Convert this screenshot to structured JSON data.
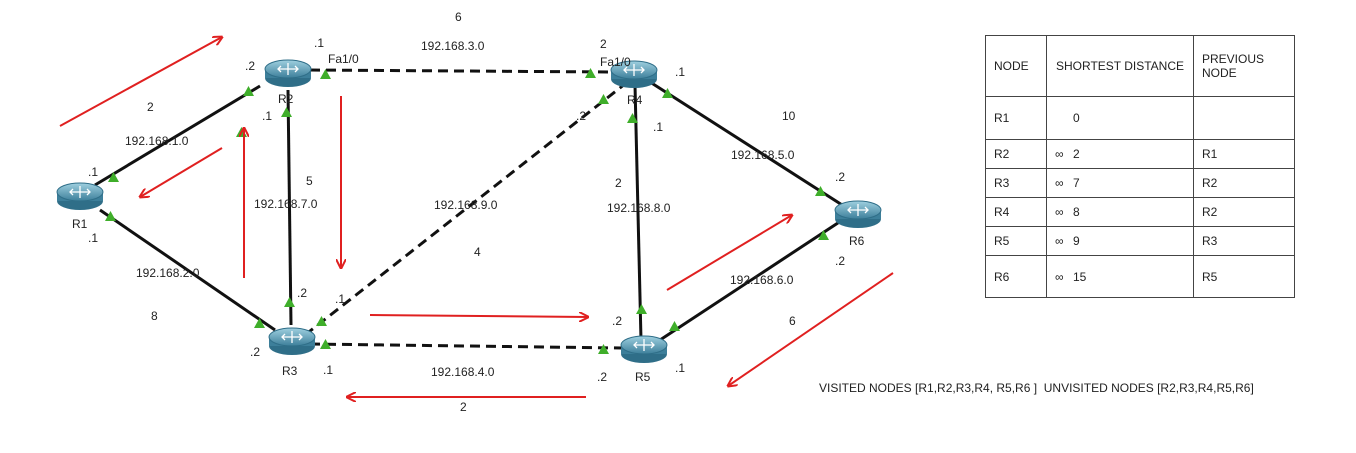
{
  "routers": [
    {
      "id": "R1",
      "label": "R1"
    },
    {
      "id": "R2",
      "label": "R2"
    },
    {
      "id": "R3",
      "label": "R3"
    },
    {
      "id": "R4",
      "label": "R4"
    },
    {
      "id": "R5",
      "label": "R5"
    },
    {
      "id": "R6",
      "label": "R6"
    }
  ],
  "links": [
    {
      "network": "192.168.1.0",
      "cost": "2"
    },
    {
      "network": "192.168.2.0",
      "cost": "8"
    },
    {
      "network": "192.168.7.0",
      "cost": "5"
    },
    {
      "network": "192.168.3.0",
      "cost": "6"
    },
    {
      "network": "192.168.9.0",
      "cost": "4"
    },
    {
      "network": "192.168.4.0",
      "cost": "2"
    },
    {
      "network": "192.168.8.0",
      "cost": "2"
    },
    {
      "network": "192.168.5.0",
      "cost": "10"
    },
    {
      "network": "192.168.6.0",
      "cost": "6"
    }
  ],
  "interfaces": {
    "r2_fa": "Fa1/0",
    "r4_fa": "Fa1/0"
  },
  "host_ids": {
    "r1_top": ".1",
    "r1_bottom": ".1",
    "r2_left": ".2",
    "r2_top": ".1",
    "r2_bottom": ".1",
    "r3_left": ".2",
    "r3_top": ".2",
    "r3_right": ".1",
    "r3_bottom": ".1",
    "r4_top": "2",
    "r4_right": ".1",
    "r4_left": ".2",
    "r4_bottom": ".1",
    "r5_top": ".2",
    "r5_left": ".2",
    "r5_right": ".1",
    "r6_top": ".2",
    "r6_bottom": ".2"
  },
  "table": {
    "headers": {
      "node": "NODE",
      "distance": "SHORTEST DISTANCE",
      "previous": "PREVIOUS NODE"
    },
    "rows": [
      {
        "node": "R1",
        "inf": "",
        "distance": "0",
        "previous": ""
      },
      {
        "node": "R2",
        "inf": "∞",
        "distance": "2",
        "previous": "R1"
      },
      {
        "node": "R3",
        "inf": "∞",
        "distance": "7",
        "previous": "R2"
      },
      {
        "node": "R4",
        "inf": "∞",
        "distance": "8",
        "previous": "R2"
      },
      {
        "node": "R5",
        "inf": "∞",
        "distance": "9",
        "previous": "R3"
      },
      {
        "node": "R6",
        "inf": "∞",
        "distance": "15",
        "previous": "R5"
      }
    ]
  },
  "status": {
    "visited": "VISITED NODES [R1,R2,R3,R4, R5,R6 ]",
    "unvisited": "UNVISITED NODES [R2,R3,R4,R5,R6]"
  },
  "colors": {
    "arrow": "#e02020",
    "link": "#111111",
    "interface_marker": "#3fae2a",
    "router_body": "#5f9fb8"
  }
}
